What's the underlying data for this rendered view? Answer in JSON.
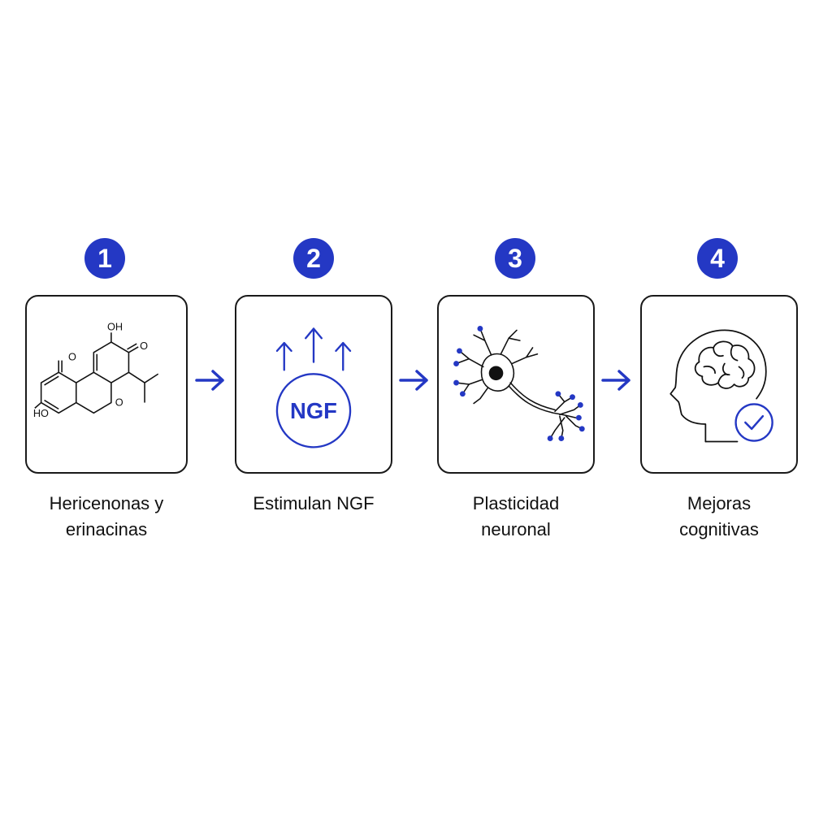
{
  "colors": {
    "accent": "#2438c4",
    "outline": "#1a1a1a"
  },
  "steps": [
    {
      "number": "1",
      "label_lines": [
        "Hericenonas y",
        "erinacinas"
      ],
      "icon": "chemical-structure-icon",
      "chem_labels": [
        "OH",
        "O",
        "O",
        "HO",
        "O"
      ]
    },
    {
      "number": "2",
      "label_lines": [
        "Estimulan NGF"
      ],
      "icon": "ngf-stimulation-icon",
      "badge": "NGF"
    },
    {
      "number": "3",
      "label_lines": [
        "Plasticidad",
        "neuronal"
      ],
      "icon": "neuron-icon"
    },
    {
      "number": "4",
      "label_lines": [
        "Mejoras",
        "cognitivas"
      ],
      "icon": "brain-head-check-icon"
    }
  ]
}
